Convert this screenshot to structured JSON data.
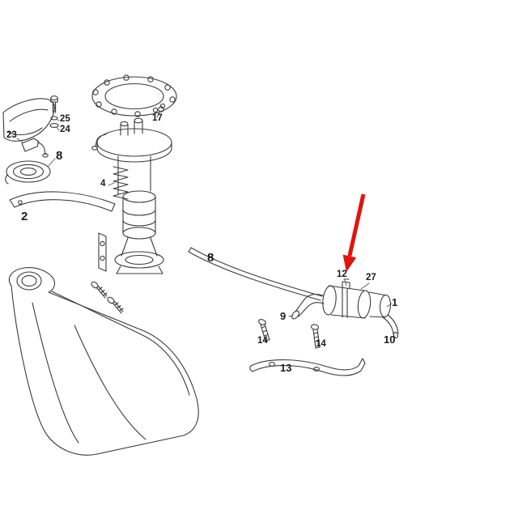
{
  "diagram": {
    "kind": "exploded-parts-diagram",
    "description": "Line drawing: fuel tank, fuel pump assembly and inline fuel filter with numbered part callouts",
    "background_color": "#ffffff",
    "line_color": "#3b3b3b",
    "label_color": "#1c1c1c",
    "highlight_arrow": {
      "color": "#e0140c",
      "target_label": "12"
    },
    "labels": [
      {
        "text": "25"
      },
      {
        "text": "24"
      },
      {
        "text": "23"
      },
      {
        "text": "17"
      },
      {
        "text": "8"
      },
      {
        "text": "4"
      },
      {
        "text": "2"
      },
      {
        "text": "8"
      },
      {
        "text": "12"
      },
      {
        "text": "27"
      },
      {
        "text": "9"
      },
      {
        "text": "1"
      },
      {
        "text": "10"
      },
      {
        "text": "14"
      },
      {
        "text": "14"
      },
      {
        "text": "13"
      }
    ]
  }
}
